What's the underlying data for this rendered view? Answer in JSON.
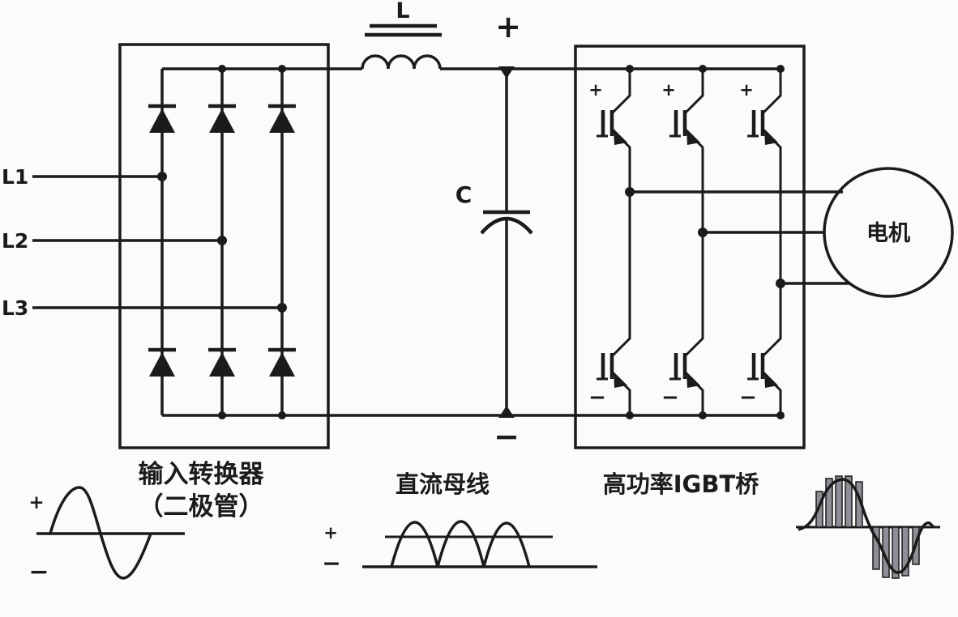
{
  "circuit": {
    "inputs": [
      {
        "label": "L1"
      },
      {
        "label": "L2"
      },
      {
        "label": "L3"
      }
    ],
    "inductor_label": "L",
    "capacitor_label": "C",
    "dc_bus": {
      "plus": "+",
      "minus": "−"
    },
    "igbt": {
      "plus": "+",
      "minus": "−"
    },
    "motor_label": "电机"
  },
  "captions": {
    "rectifier_line1": "输入转换器",
    "rectifier_line2": "（二极管）",
    "dc_bus": "直流母线",
    "igbt_bridge": "高功率IGBT桥"
  },
  "waveforms": {
    "input_sine": {
      "plus": "+",
      "minus": "−"
    },
    "dc_ripple": {
      "plus": "+",
      "minus": "−"
    }
  },
  "colors": {
    "ink": "#1b1b1b",
    "background": "#fbfbfb",
    "pwm_bar": "#8e8e96"
  }
}
